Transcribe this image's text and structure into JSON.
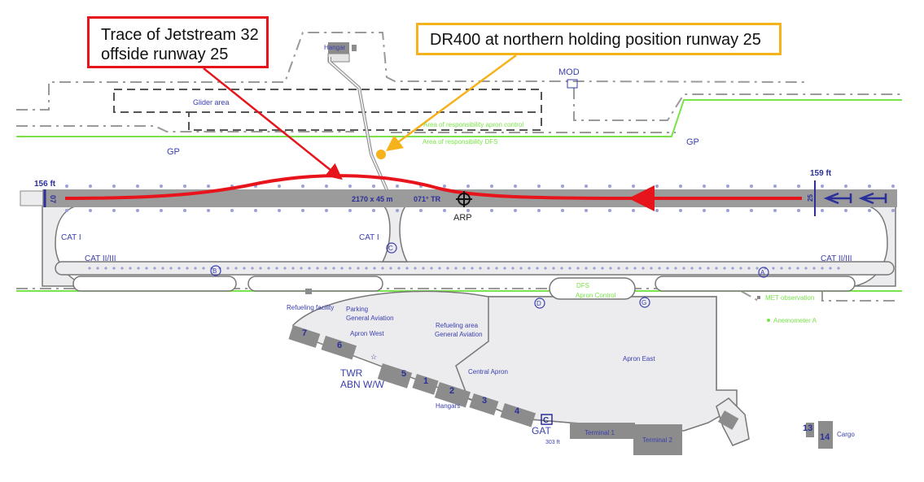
{
  "callouts": {
    "jetstream": {
      "line1": "Trace of Jetstream 32",
      "line2": "offside runway 25",
      "color": "#e8141b"
    },
    "dr400": {
      "text": "DR400 at northern holding position runway 25",
      "color": "#f5b21b"
    }
  },
  "runway": {
    "designation_west": "07",
    "designation_east": "25",
    "elevation_west": "156 ft",
    "elevation_east": "159 ft",
    "dimensions": "2170 x 45 m",
    "heading": "071° TR",
    "arp": "ARP"
  },
  "areas": {
    "hangar": "Hangar",
    "glider_area": "Glider area",
    "mod": "MOD",
    "gp_west": "GP",
    "gp_east": "GP",
    "resp_apron": "Area of responsibility apron control",
    "resp_dfs": "Area of responsibility DFS",
    "dfs": "DFS",
    "apron_control": "Apron Control"
  },
  "ils": {
    "cat1_west": "CAT I",
    "cat23_west": "CAT II/III",
    "cat1_center": "CAT I",
    "cat23_east": "CAT II/III"
  },
  "taxiways": [
    "B",
    "C",
    "D",
    "G",
    "A"
  ],
  "apron": {
    "refueling_facility": "Refueling facility",
    "parking_ga_1": "Parking",
    "parking_ga_2": "General Aviation",
    "refueling_area_1": "Refueling area",
    "refueling_area_2": "General Aviation",
    "apron_west": "Apron West",
    "central_apron": "Central Apron",
    "apron_east": "Apron East",
    "hangars": "Hangars",
    "twr": "TWR",
    "abn": "ABN W/W",
    "gat": "GAT",
    "gat_elev": "303 ft",
    "gat_c": "C",
    "terminal1": "Terminal 1",
    "terminal2": "Terminal 2",
    "cargo": "Cargo",
    "met": "MET observation",
    "anemometer": "Anemometer A"
  },
  "buildings": [
    "7",
    "6",
    "5",
    "1",
    "2",
    "3",
    "4",
    "13",
    "14"
  ],
  "colors": {
    "trace": "#e8141b",
    "arrow_orange": "#f5b21b",
    "runway": "#9b9b9b",
    "apron_fill": "#ececee",
    "label_blue": "#3a3fae",
    "responsibility_line": "#7be34a"
  }
}
